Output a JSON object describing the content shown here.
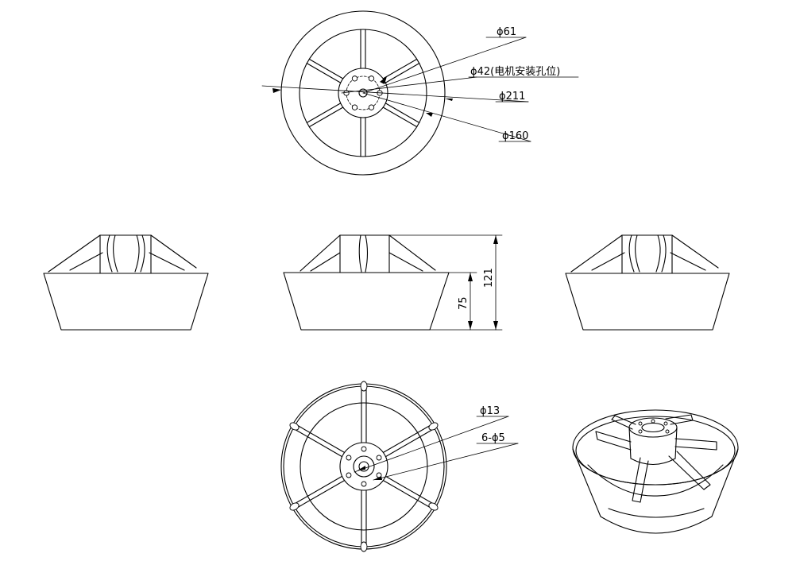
{
  "dimensions": {
    "d61": "ϕ61",
    "d42": "ϕ42(电机安装孔位)",
    "d211": "ϕ211",
    "d160": "ϕ160",
    "h121": "121",
    "h75": "75",
    "d13": "ϕ13",
    "d5": "6-ϕ5"
  },
  "colors": {
    "line": "#000000",
    "background": "#ffffff"
  }
}
